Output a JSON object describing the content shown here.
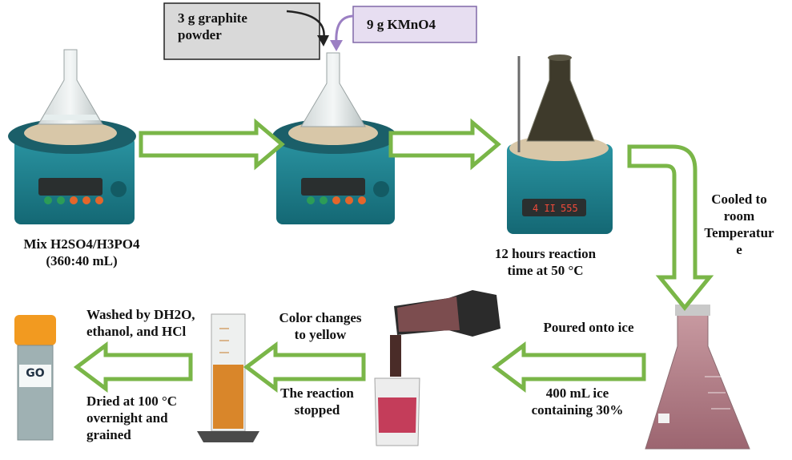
{
  "labels": {
    "graphite_line1": "3 g graphite",
    "graphite_line2": "powder",
    "kmno4": "9 g KMnO4",
    "mix_line1": "Mix H2SO4/H3PO4",
    "mix_line2": "(360:40 mL)",
    "reaction_line1": "12 hours reaction",
    "reaction_line2": "time at 50 °C",
    "cooled_line1": "Cooled to",
    "cooled_line2": "room",
    "cooled_line3": "Temperatur",
    "cooled_line4": "e",
    "poured": "Poured onto ice",
    "ice_line1": "400 mL ice",
    "ice_line2": "containing 30%",
    "color_line1": "Color changes",
    "color_line2": "to yellow",
    "stopped_line1": "The reaction",
    "stopped_line2": "stopped",
    "washed_line1": "Washed by DH2O,",
    "washed_line2": "ethanol, and HCl",
    "dried_line1": "Dried at 100 °C",
    "dried_line2": "overnight and",
    "dried_line3": "grained",
    "vial_text": "GO"
  },
  "colors": {
    "arrow_green": "#7ab648",
    "stirrer_teal": "#1f7f8c",
    "box_gray": "#d9d9d9",
    "box_purple": "#e7def1",
    "purple_arrow": "#9b7fc3",
    "dark_liquid": "#2e2a1f",
    "pink_liquid": "#b9878f",
    "orange_liquid": "#d9862a",
    "vial_cap": "#f29a20"
  },
  "icons": {
    "flow_arrow": "green-outline-arrow",
    "stirrer": "magnetic-stirrer-hotplate",
    "flask": "erlenmeyer-flask",
    "cylinder": "graduated-cylinder",
    "vial": "sample-vial"
  }
}
